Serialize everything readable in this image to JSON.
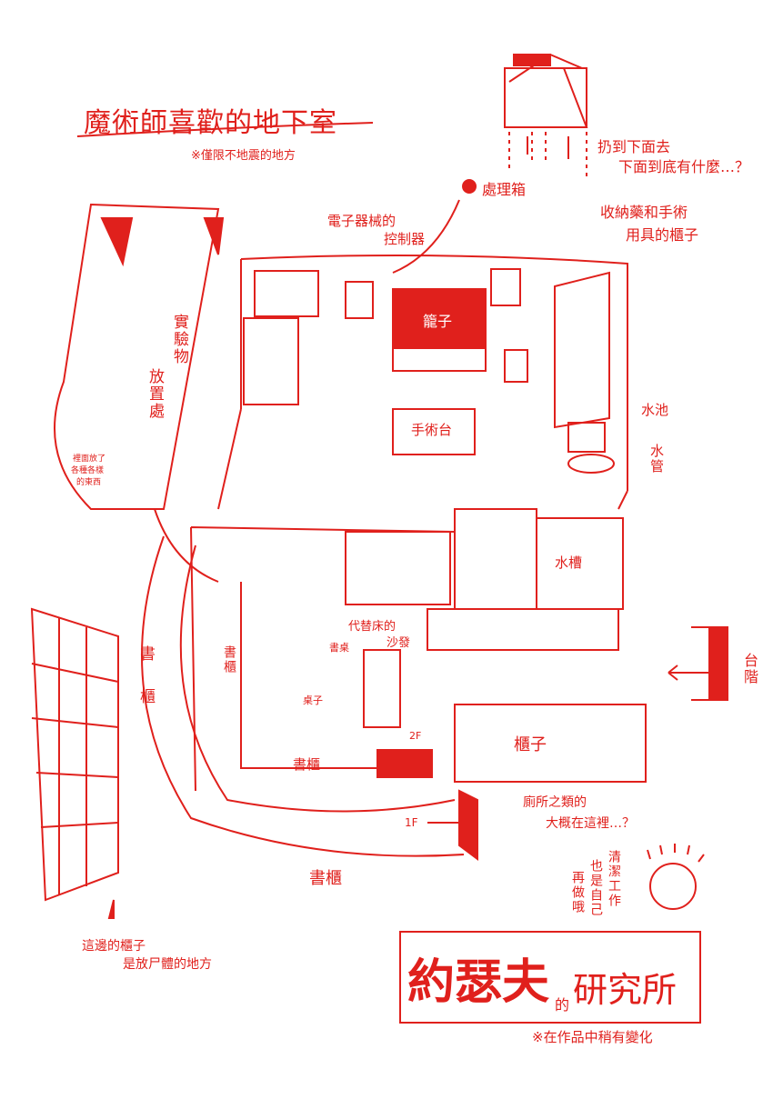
{
  "header": {
    "title": "魔術師喜歡的地下室",
    "note": "※僅限不地震的地方"
  },
  "annotations": {
    "throw_down": [
      "扔到下面去",
      "下面到底有什麼…？"
    ],
    "disposal_box": "處理箱",
    "medicine_cabinet": [
      "收納藥和手術",
      "用具的櫃子"
    ],
    "controller": [
      "電子器械的",
      "控制器"
    ],
    "cage": "籠子",
    "specimen_area": [
      "實驗物",
      "放置處"
    ],
    "specimen_contents": [
      "裡面放了",
      "各種各樣",
      "的東西"
    ],
    "operating_table": "手術台",
    "sink": "水池",
    "hose": "水管",
    "water_tank": "水槽",
    "sofa": [
      "代替床的",
      "沙發"
    ],
    "desk": "書桌",
    "table": "桌子",
    "bookshelf_left": "書櫃",
    "bookshelf_inner": "書櫃",
    "bookshelf_bottom_inner": "書櫃",
    "bookshelf_bottom": "書櫃",
    "stairs": "台階",
    "cabinet": "櫃子",
    "floor_2f": "2F",
    "floor_1f": "1F",
    "toilet": [
      "廁所之類的",
      "大概在這裡…？"
    ],
    "cleaning": [
      "清潔工作",
      "也是自己",
      "再做哦"
    ],
    "corpse_cabinet": [
      "這邊的櫃子",
      "是放尸體的地方"
    ]
  },
  "footer": {
    "title_main": "約瑟夫",
    "title_particle": "的",
    "title_tail": "研究所",
    "note": "※在作品中稍有變化"
  },
  "colors": {
    "ink": "#e0201c"
  }
}
